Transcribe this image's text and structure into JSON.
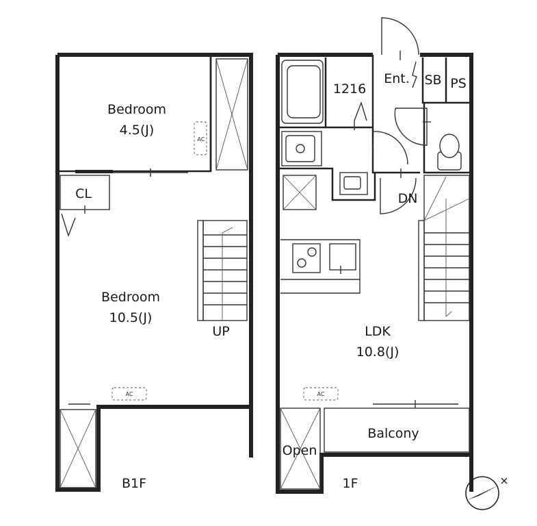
{
  "floor_labels": {
    "lower": "B1F",
    "upper": "1F"
  },
  "rooms": {
    "bedroom_small": {
      "name": "Bedroom",
      "size": "4.5(J)"
    },
    "bedroom_large": {
      "name": "Bedroom",
      "size": "10.5(J)"
    },
    "closet": "CL",
    "ldk": {
      "name": "LDK",
      "size": "10.8(J)"
    },
    "entrance": "Ent.",
    "shoe_box": "SB",
    "pipe_space": "PS",
    "bath_unit": "1216",
    "balcony": "Balcony",
    "open": "Open"
  },
  "stair_labels": {
    "up": "UP",
    "down": "DN"
  },
  "ac_label": "AC"
}
